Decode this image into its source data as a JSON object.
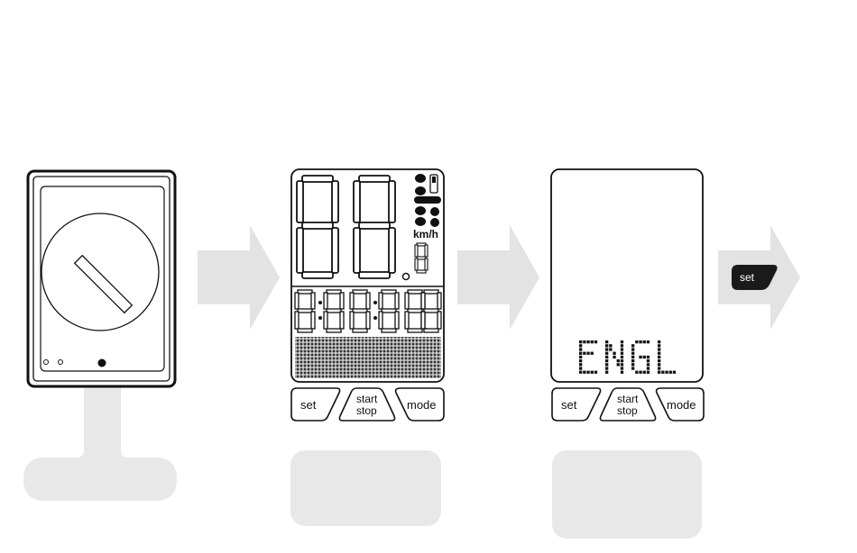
{
  "steps": {
    "step1": {
      "device": "battery-compartment-back",
      "caption": ""
    },
    "step2": {
      "device": "full-lcd-test",
      "unit_label": "km/h",
      "buttons": {
        "set": "set",
        "start": "start",
        "stop": "stop",
        "mode": "mode"
      },
      "caption": ""
    },
    "step3": {
      "device": "language-select",
      "display_text": "ENGL",
      "buttons": {
        "set": "set",
        "start": "start",
        "stop": "stop",
        "mode": "mode"
      },
      "caption": ""
    },
    "step4": {
      "action_button_label": "set"
    }
  },
  "colors": {
    "arrow": "#e3e3e3",
    "caption_bg": "#e9e9e9",
    "outline": "#111111",
    "key_fill": "#1a1a1a"
  }
}
